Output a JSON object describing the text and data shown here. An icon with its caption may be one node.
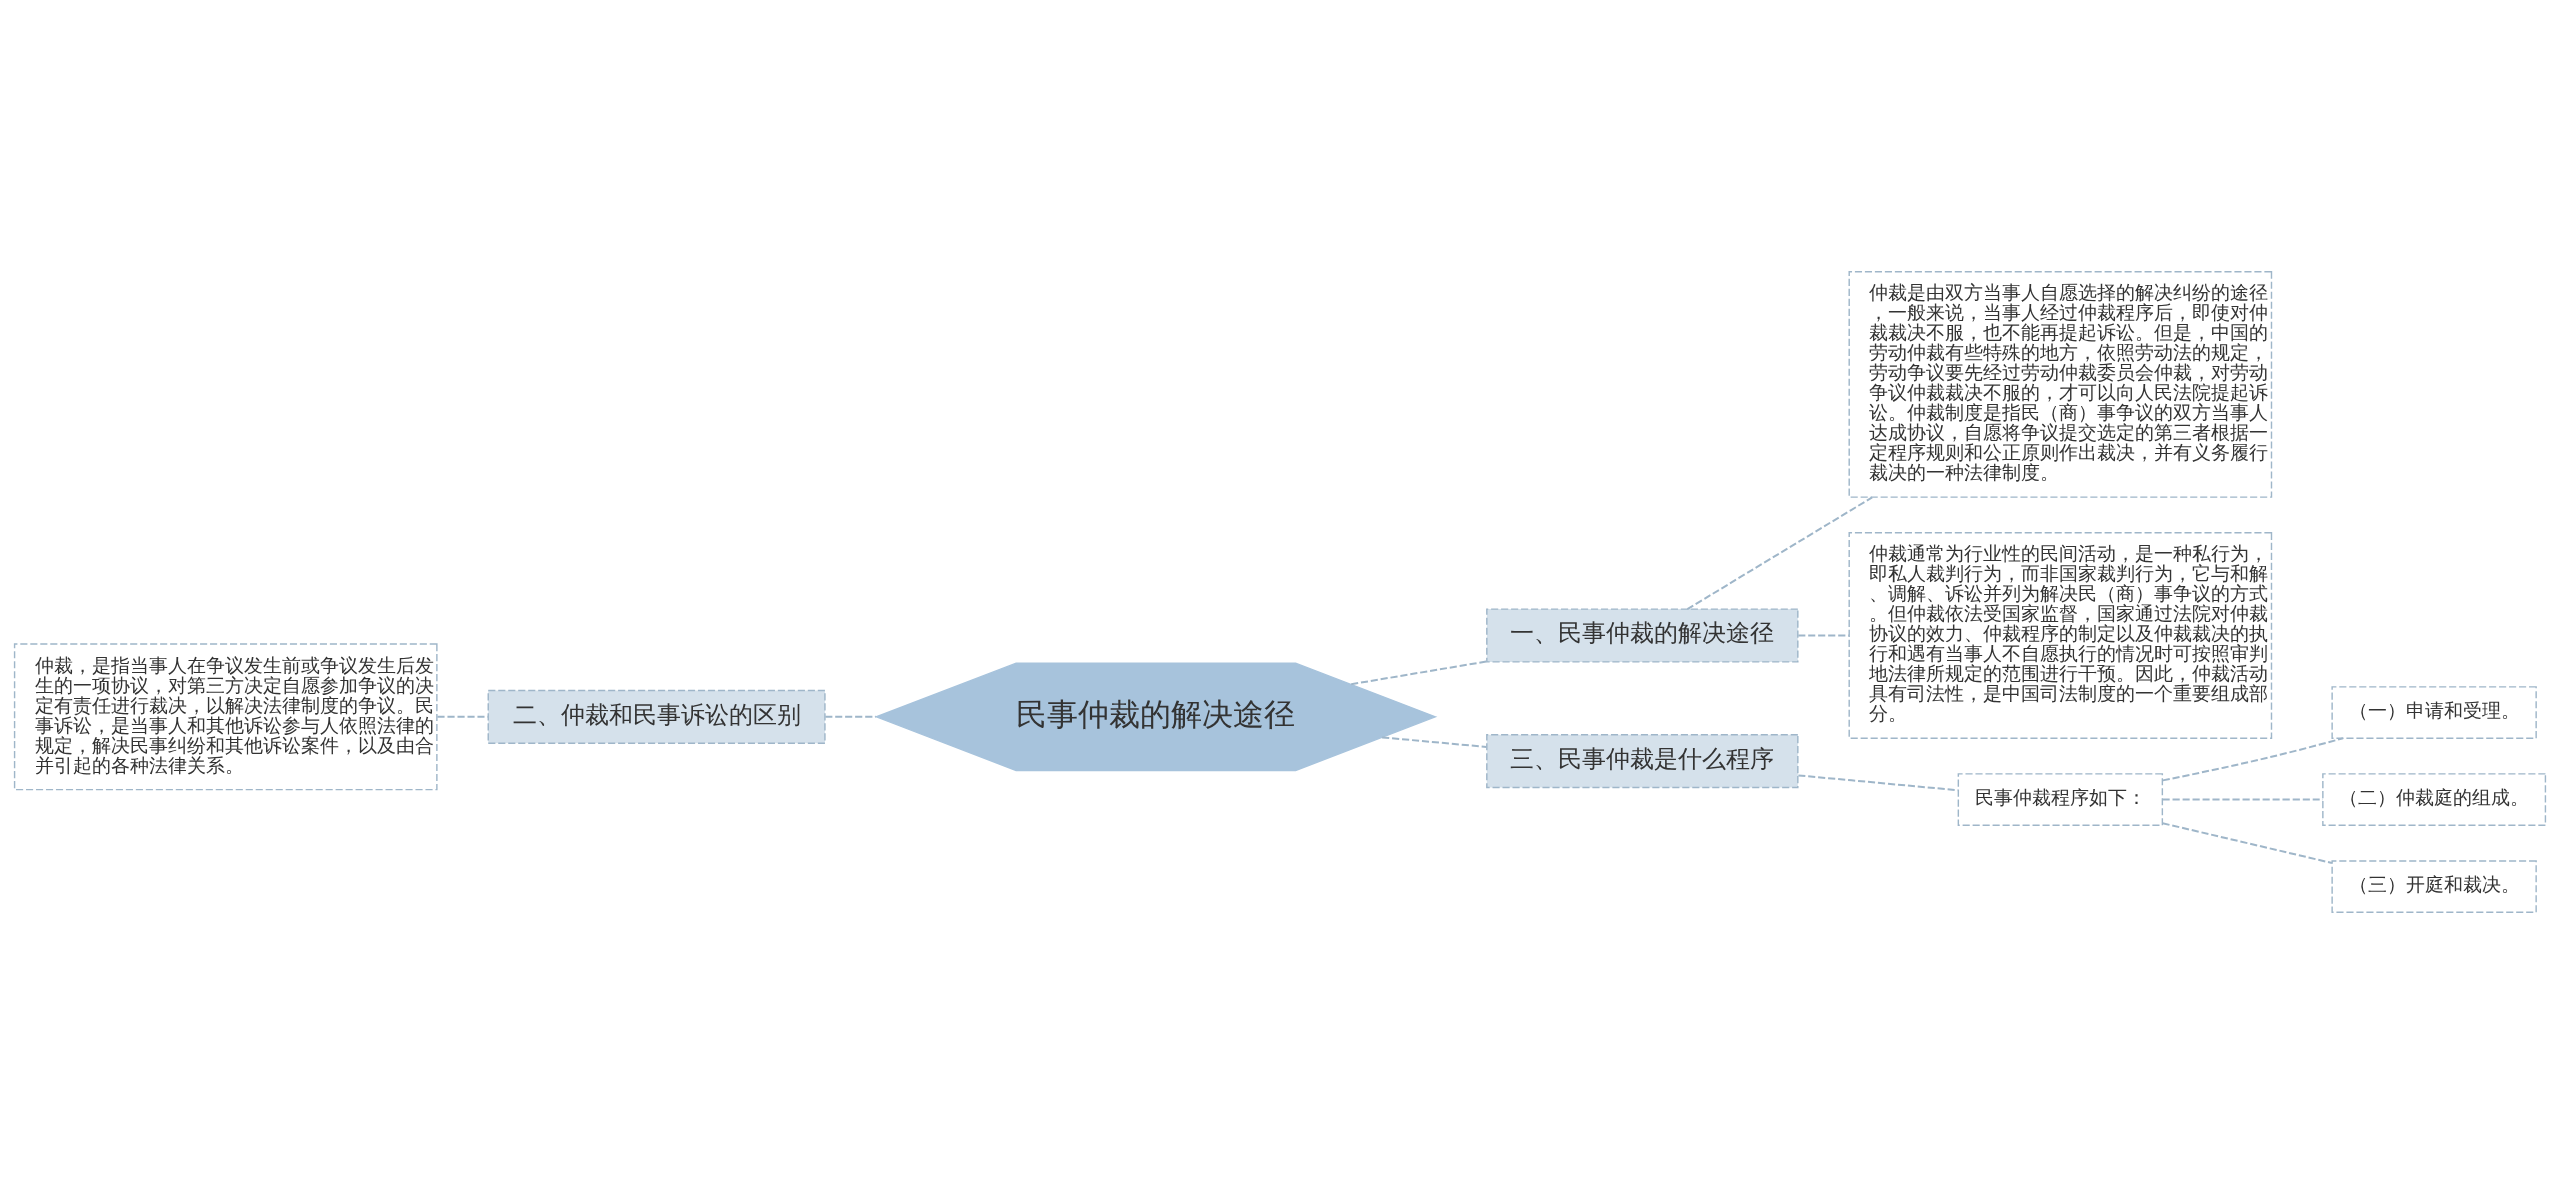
{
  "diagram": {
    "nodes": [
      {
        "text": [
          "民事仲裁的解决途径"
        ]
      },
      {
        "text": [
          "一、民事仲裁的解决途径"
        ]
      },
      {
        "text": [
          "仲裁是由双方当事人自愿选择的解决纠纷的途径，一般来说，当事人经过仲裁程序后，即使对仲裁裁决不服，也不能再提起诉讼。但是，中国的劳动仲裁有些特殊的地方，依照劳动法的规定，劳动争议要先经过劳动仲裁委员会仲裁，对劳动争议仲裁裁决不服的，才可以向人民法院提起诉讼。仲裁制度是指民（商）事争议的双方当事人达成协议，自愿将争议提交选定的第三者根据一定程序规则和公正原则作出裁决，并有义务履行裁决的一种法律制度。"
        ]
      },
      {
        "text": [
          "仲裁通常为行业性的民间活动，是一种私行为，即私人裁判行为，而非国家裁判行为，它与和解、调解、诉讼并列为解决民（商）事争议的方式。但仲裁依法受国家监督，国家通过法院对仲裁协议的效力、仲裁程序的制定以及仲裁裁决的执行和遇有当事人不自愿执行的情况时可按照审判地法律所规定的范围进行干预。因此，仲裁活动具有司法性，是中国司法制度的一个重要组成部分。"
        ]
      },
      {
        "text": [
          "二、仲裁和民事诉讼的区别"
        ]
      },
      {
        "text": [
          "仲裁，是指当事人在争议发生前或争议发生后发生的一项协议，对第三方决定自愿参加争议的决定有责任进行裁决，以解决法律制度的争议。民事诉讼，是当事人和其他诉讼参与人依照法律的规定，解决民事纠纷和其他诉讼案件，以及由合并引起的各种法律关系。"
        ]
      },
      {
        "text": [
          "三、民事仲裁是什么程序"
        ]
      },
      {
        "text": [
          "民事仲裁程序如下："
        ]
      },
      {
        "text": [
          "（一）申请和受理。"
        ]
      },
      {
        "text": [
          "（二）仲裁庭的组成。"
        ]
      },
      {
        "text": [
          "（三）开庭和裁决。"
        ]
      }
    ],
    "edges": [
      {
        "from": 0,
        "to": 1,
        "arrow": "none",
        "style": "dashed"
      },
      {
        "from": 1,
        "to": 2,
        "arrow": "none",
        "style": "dashed"
      },
      {
        "from": 1,
        "to": 3,
        "arrow": "none",
        "style": "dashed"
      },
      {
        "from": 0,
        "to": 4,
        "arrow": "none",
        "style": "dashed"
      },
      {
        "from": 4,
        "to": 5,
        "arrow": "none",
        "style": "dashed"
      },
      {
        "from": 0,
        "to": 6,
        "arrow": "none",
        "style": "dashed"
      },
      {
        "from": 6,
        "to": 7,
        "arrow": "none",
        "style": "dashed"
      },
      {
        "from": 7,
        "to": 8,
        "arrow": "none",
        "style": "dashed"
      },
      {
        "from": 7,
        "to": 9,
        "arrow": "none",
        "style": "dashed"
      },
      {
        "from": 7,
        "to": 10,
        "arrow": "none",
        "style": "dashed"
      }
    ]
  }
}
